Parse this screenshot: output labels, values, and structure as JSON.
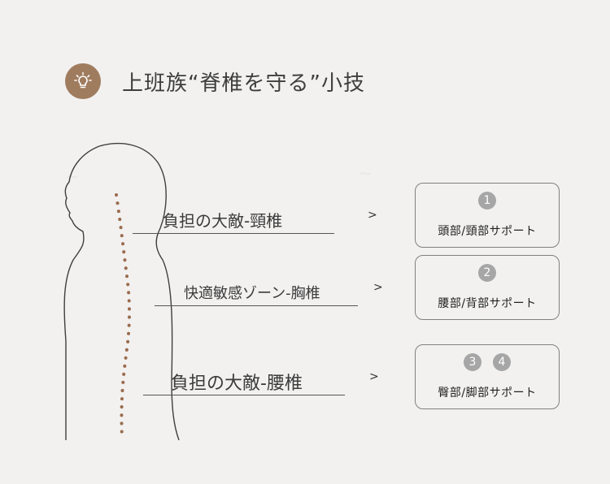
{
  "title": "上班族“脊椎を守る”小技",
  "colors": {
    "accent": "#a07c5f",
    "badge": "#a6a6a6",
    "background": "#f2f1f0"
  },
  "header_icon": "lightbulb-icon",
  "zones": [
    {
      "label": "負担の大敵-頸椎",
      "arrow": ">",
      "badges": [
        "1"
      ],
      "card_text": "頭部/頸部サポート"
    },
    {
      "label": "快適敏感ゾーン-胸椎",
      "arrow": ">",
      "badges": [
        "2"
      ],
      "card_text": "腰部/背部サポート"
    },
    {
      "label": "負担の大敵-腰椎",
      "arrow": ">",
      "badges": [
        "3",
        "4"
      ],
      "card_text": "臀部/脚部サポート"
    }
  ]
}
